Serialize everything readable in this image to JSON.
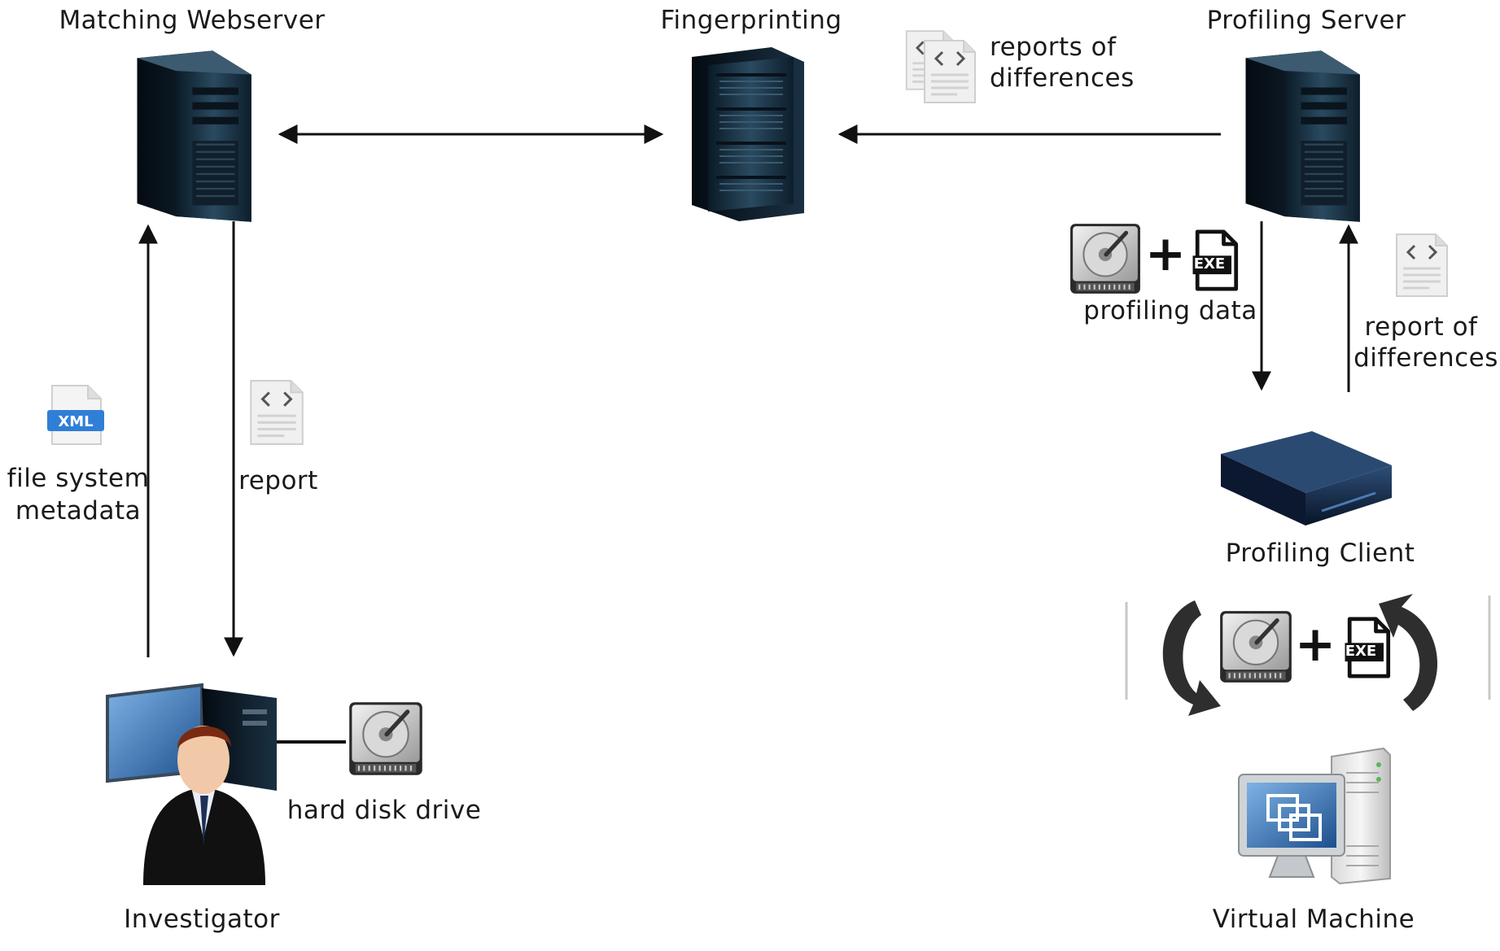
{
  "nodes": {
    "matching_webserver": "Matching Webserver",
    "fingerprinting": "Fingerprinting",
    "profiling_server": "Profiling Server",
    "profiling_client": "Profiling Client",
    "virtual_machine": "Virtual Machine",
    "investigator": "Investigator",
    "hard_disk_drive": "hard disk drive"
  },
  "edge_labels": {
    "reports_of_differences": [
      "reports of",
      "differences"
    ],
    "profiling_data": "profiling data",
    "report_of_differences": [
      "report of",
      "differences"
    ],
    "file_system_metadata": [
      "file system",
      "metadata"
    ],
    "report": "report"
  },
  "icon_text": {
    "xml": "XML",
    "exe": "EXE",
    "code": "< >"
  }
}
